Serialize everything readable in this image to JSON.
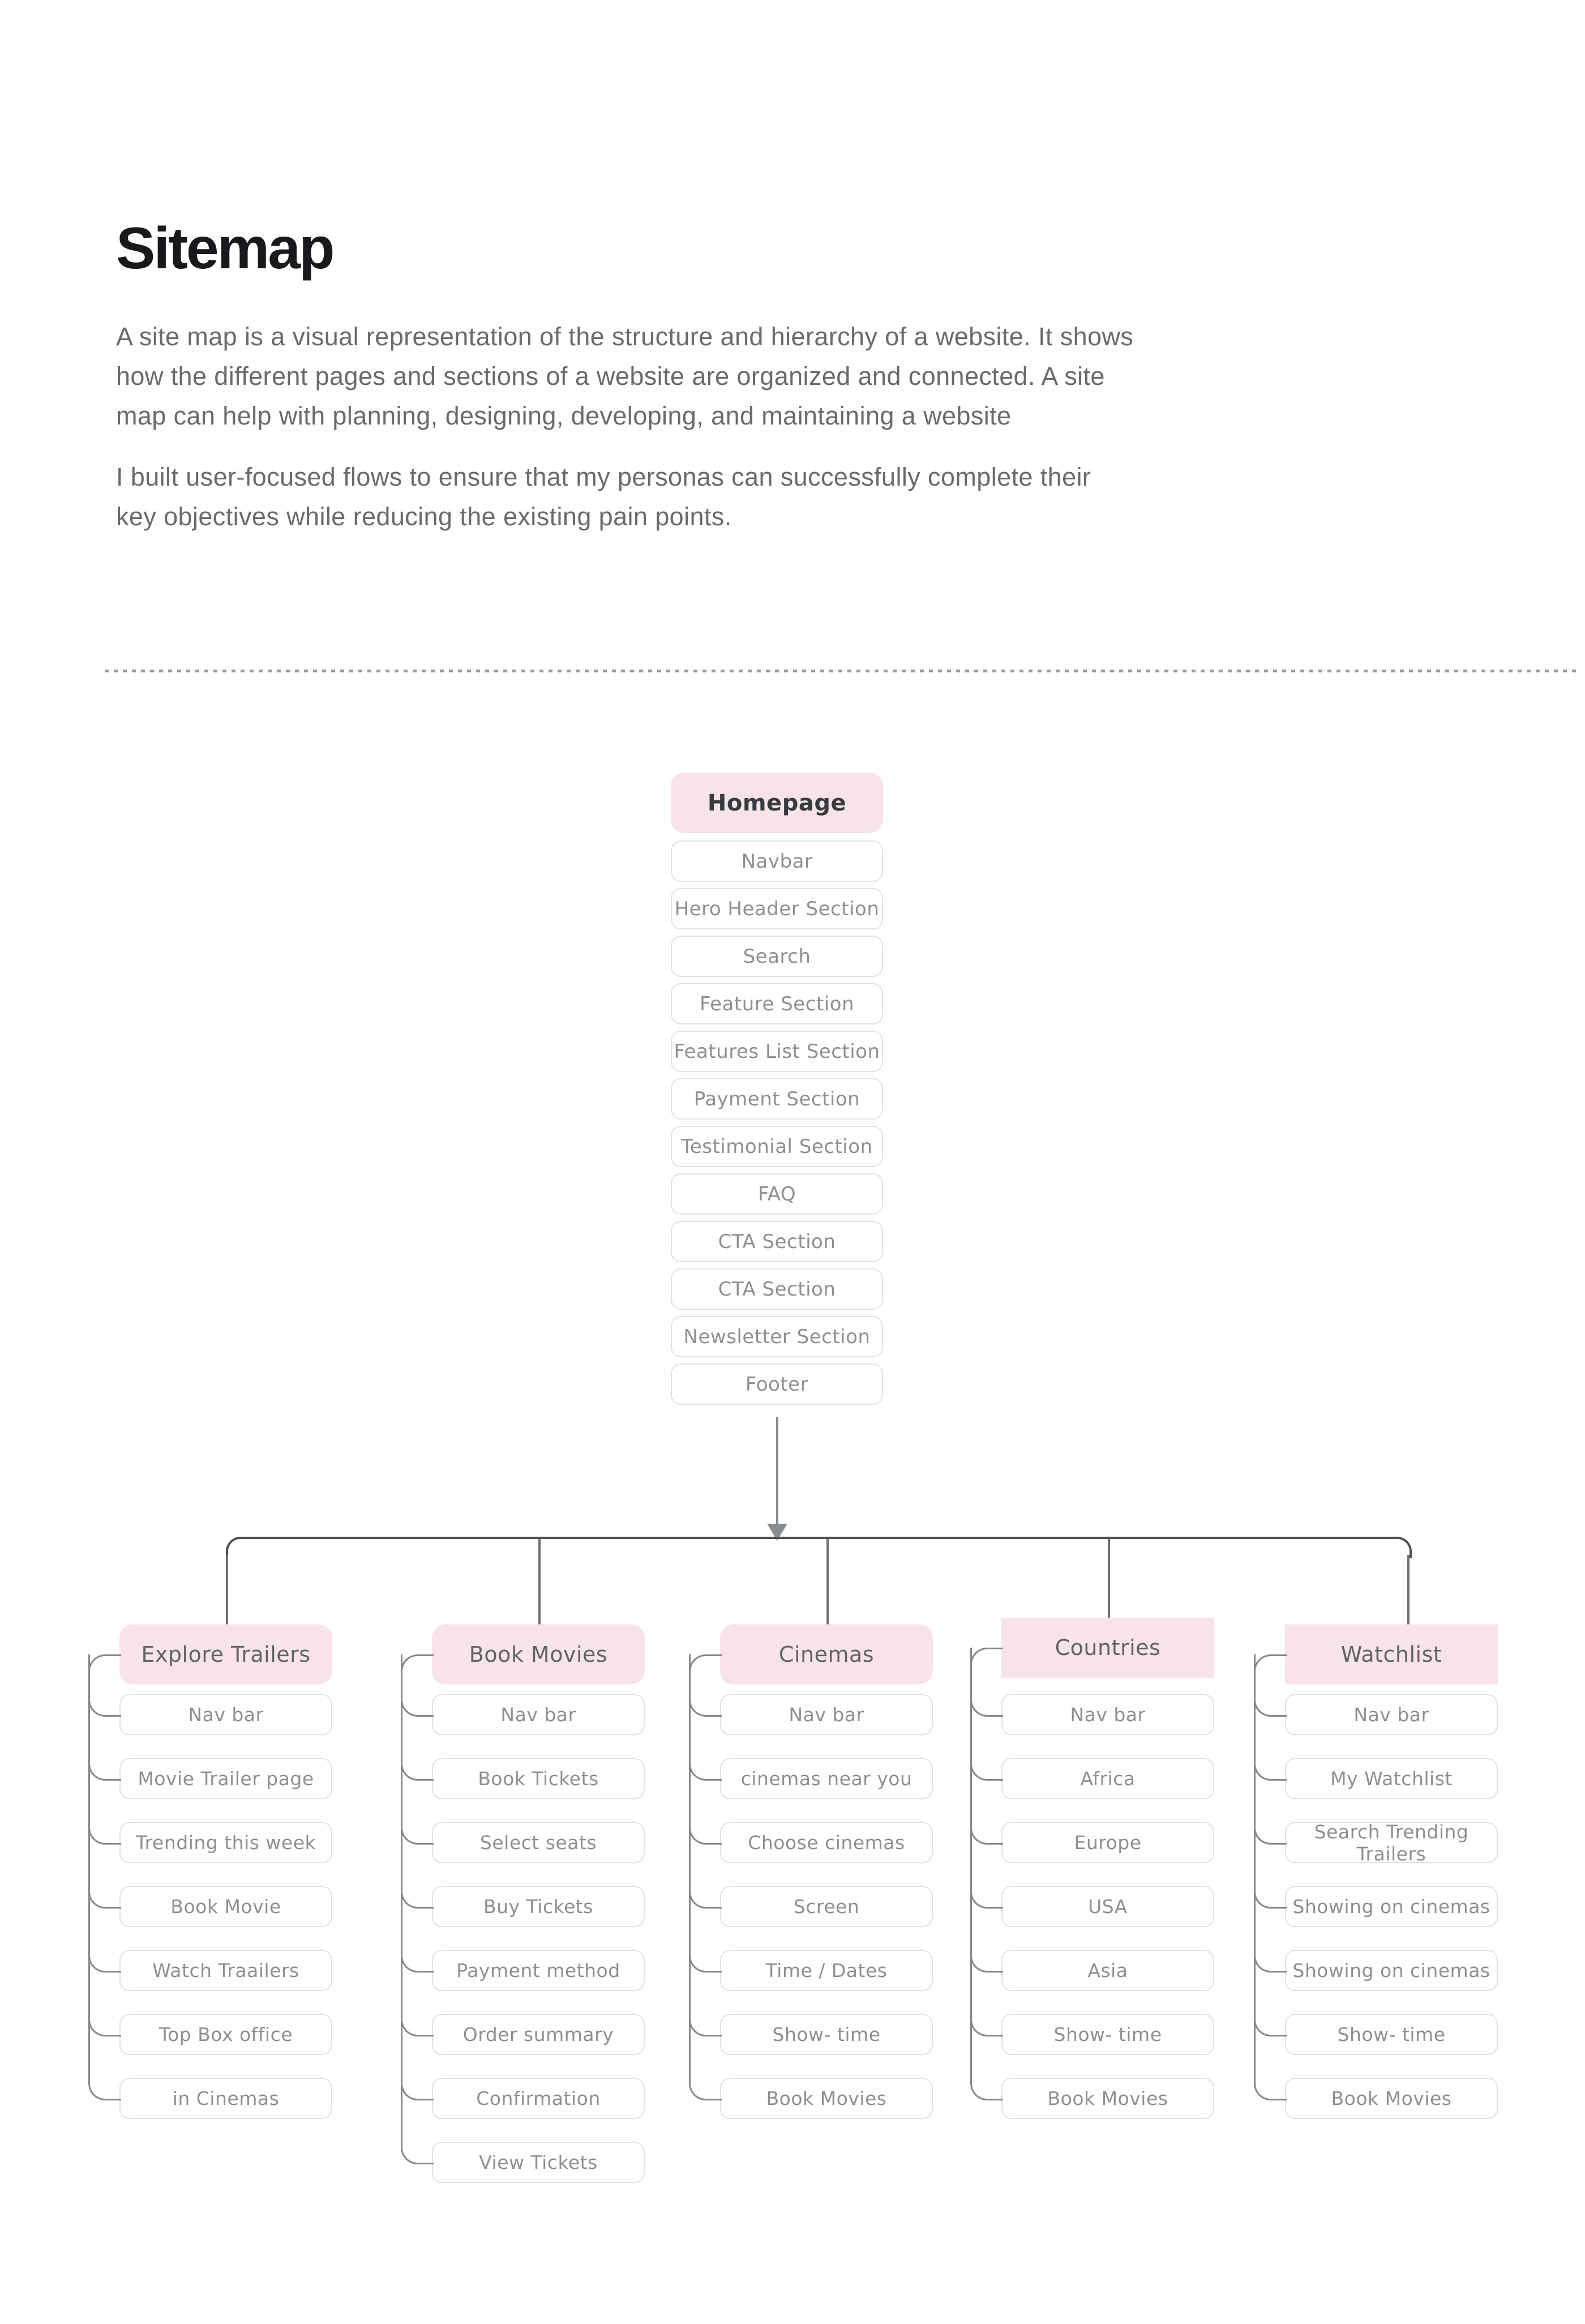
{
  "header": {
    "title": "Sitemap",
    "paragraph1": "A site map is a visual representation of the structure and hierarchy of a website. It shows how the different pages and sections of a website are organized and connected. A site map can help with planning, designing, developing, and maintaining a website",
    "paragraph2": "I built user-focused flows to ensure that my personas can successfully complete their key objectives while reducing the existing pain points."
  },
  "sitemap": {
    "root": {
      "label": "Homepage"
    },
    "root_sections": [
      "Navbar",
      "Hero Header Section",
      "Search",
      "Feature Section",
      "Features List Section",
      "Payment Section",
      "Testimonial Section",
      "FAQ",
      "CTA Section",
      "CTA Section",
      "Newsletter Section",
      "Footer"
    ],
    "columns": [
      {
        "label": "Explore Trailers",
        "items": [
          "Nav bar",
          "Movie Trailer page",
          "Trending this week",
          "Book Movie",
          "Watch Traailers",
          "Top Box office",
          "in Cinemas"
        ]
      },
      {
        "label": "Book Movies",
        "items": [
          "Nav bar",
          "Book Tickets",
          "Select seats",
          "Buy Tickets",
          "Payment method",
          "Order summary",
          "Confirmation",
          "View Tickets"
        ]
      },
      {
        "label": "Cinemas",
        "items": [
          "Nav bar",
          "cinemas near you",
          "Choose cinemas",
          "Screen",
          "Time / Dates",
          "Show- time",
          "Book Movies"
        ]
      },
      {
        "label": "Countries",
        "items": [
          "Nav bar",
          "Africa",
          "Europe",
          "USA",
          "Asia",
          "Show- time",
          "Book Movies"
        ]
      },
      {
        "label": "Watchlist",
        "items": [
          "Nav bar",
          "My Watchlist",
          "Search Trending Trailers",
          "Showing on cinemas",
          "Showing on cinemas",
          "Show- time",
          "Book Movies"
        ]
      }
    ],
    "colors": {
      "node_pink": "#f7e3e8",
      "box_border": "#dde3e9",
      "item_text": "#8b9094",
      "header_text": "#5f6367",
      "root_text": "#383c41",
      "branch_line": "#84878a",
      "trunk_line": "#4c5157",
      "stub_line": "#6d7074",
      "arrow": "#8a8d90"
    }
  }
}
